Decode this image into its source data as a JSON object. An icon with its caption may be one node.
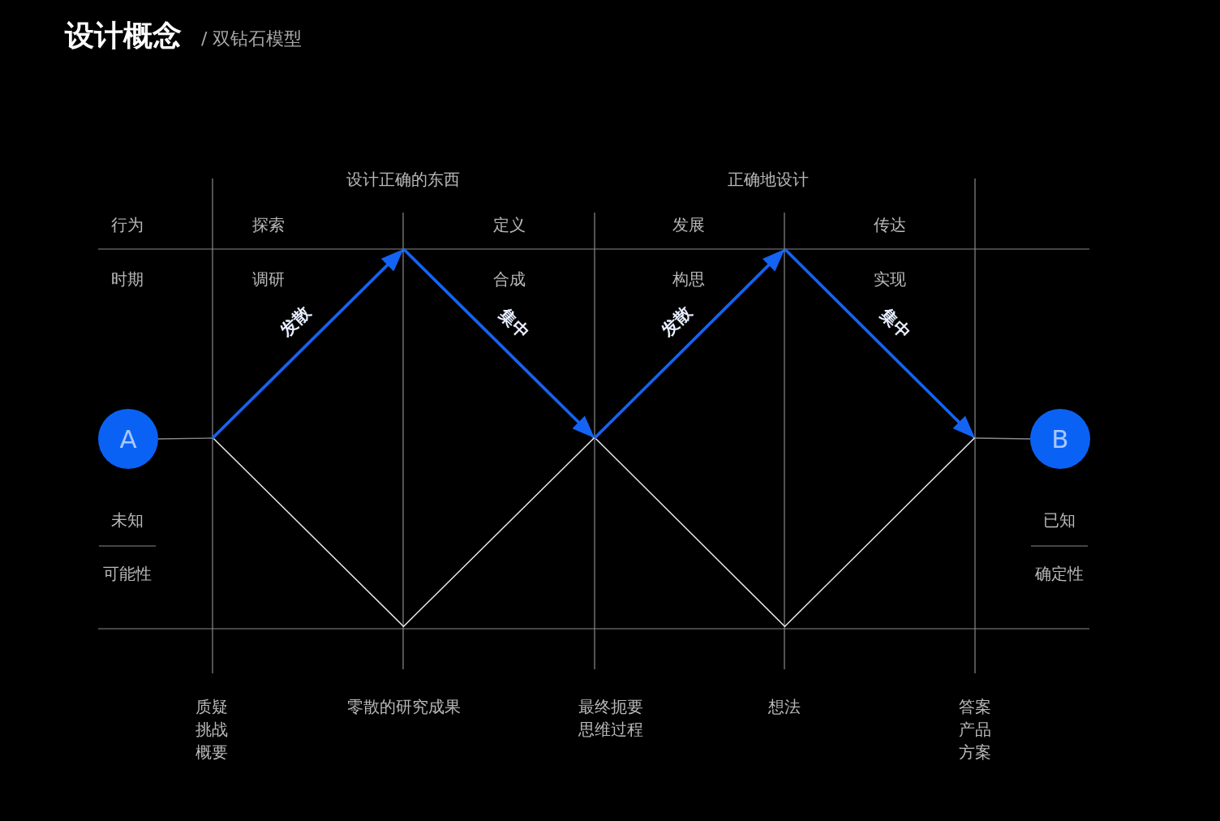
{
  "diagram": {
    "title": "设计概念",
    "nodes": [
      {
        "text": [
          "A"
        ],
        "beside": [
          "未知",
          "可能性"
        ]
      },
      {
        "text": [],
        "shape": "diamond"
      },
      {
        "text": [],
        "shape": "diamond"
      },
      {
        "text": [
          "B"
        ],
        "beside": [
          "已知",
          "确定性"
        ]
      }
    ],
    "edges": [
      {
        "from": 0,
        "to": 1,
        "arrow": "none",
        "color": "#8a8a8a"
      },
      {
        "from": 1,
        "to": 1,
        "arrow": "to",
        "label": "发散"
      },
      {
        "from": 1,
        "to": 2,
        "arrow": "to",
        "label": "集中"
      },
      {
        "from": 2,
        "to": 2,
        "arrow": "to",
        "label": "发散"
      },
      {
        "from": 2,
        "to": 2,
        "arrow": "to",
        "label": "集中"
      },
      {
        "from": 2,
        "to": 3,
        "arrow": "none",
        "color": "#8a8a8a"
      }
    ],
    "labels": [
      "/ 双钻石模型",
      "设计正确的东西",
      "正确地设计",
      "行为",
      "探索",
      "定义",
      "发展",
      "传达",
      "时期",
      "调研",
      "合成",
      "构思",
      "实现",
      "质疑",
      "挑战",
      "概要",
      "零散的研究成果",
      "最终扼要",
      "思维过程",
      "想法",
      "答案",
      "产品",
      "方案"
    ]
  }
}
